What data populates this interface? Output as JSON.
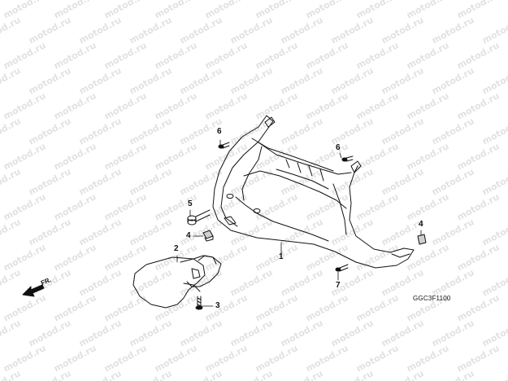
{
  "watermark": {
    "text": "motod.ru"
  },
  "diagram": {
    "code": "GGC3F1100",
    "front_arrow_label": "FR.",
    "callouts": {
      "p1": "1",
      "p2": "2",
      "p3": "3",
      "p4_left": "4",
      "p4_right": "4",
      "p5": "5",
      "p6_left": "6",
      "p6_right": "6",
      "p7": "7"
    }
  }
}
